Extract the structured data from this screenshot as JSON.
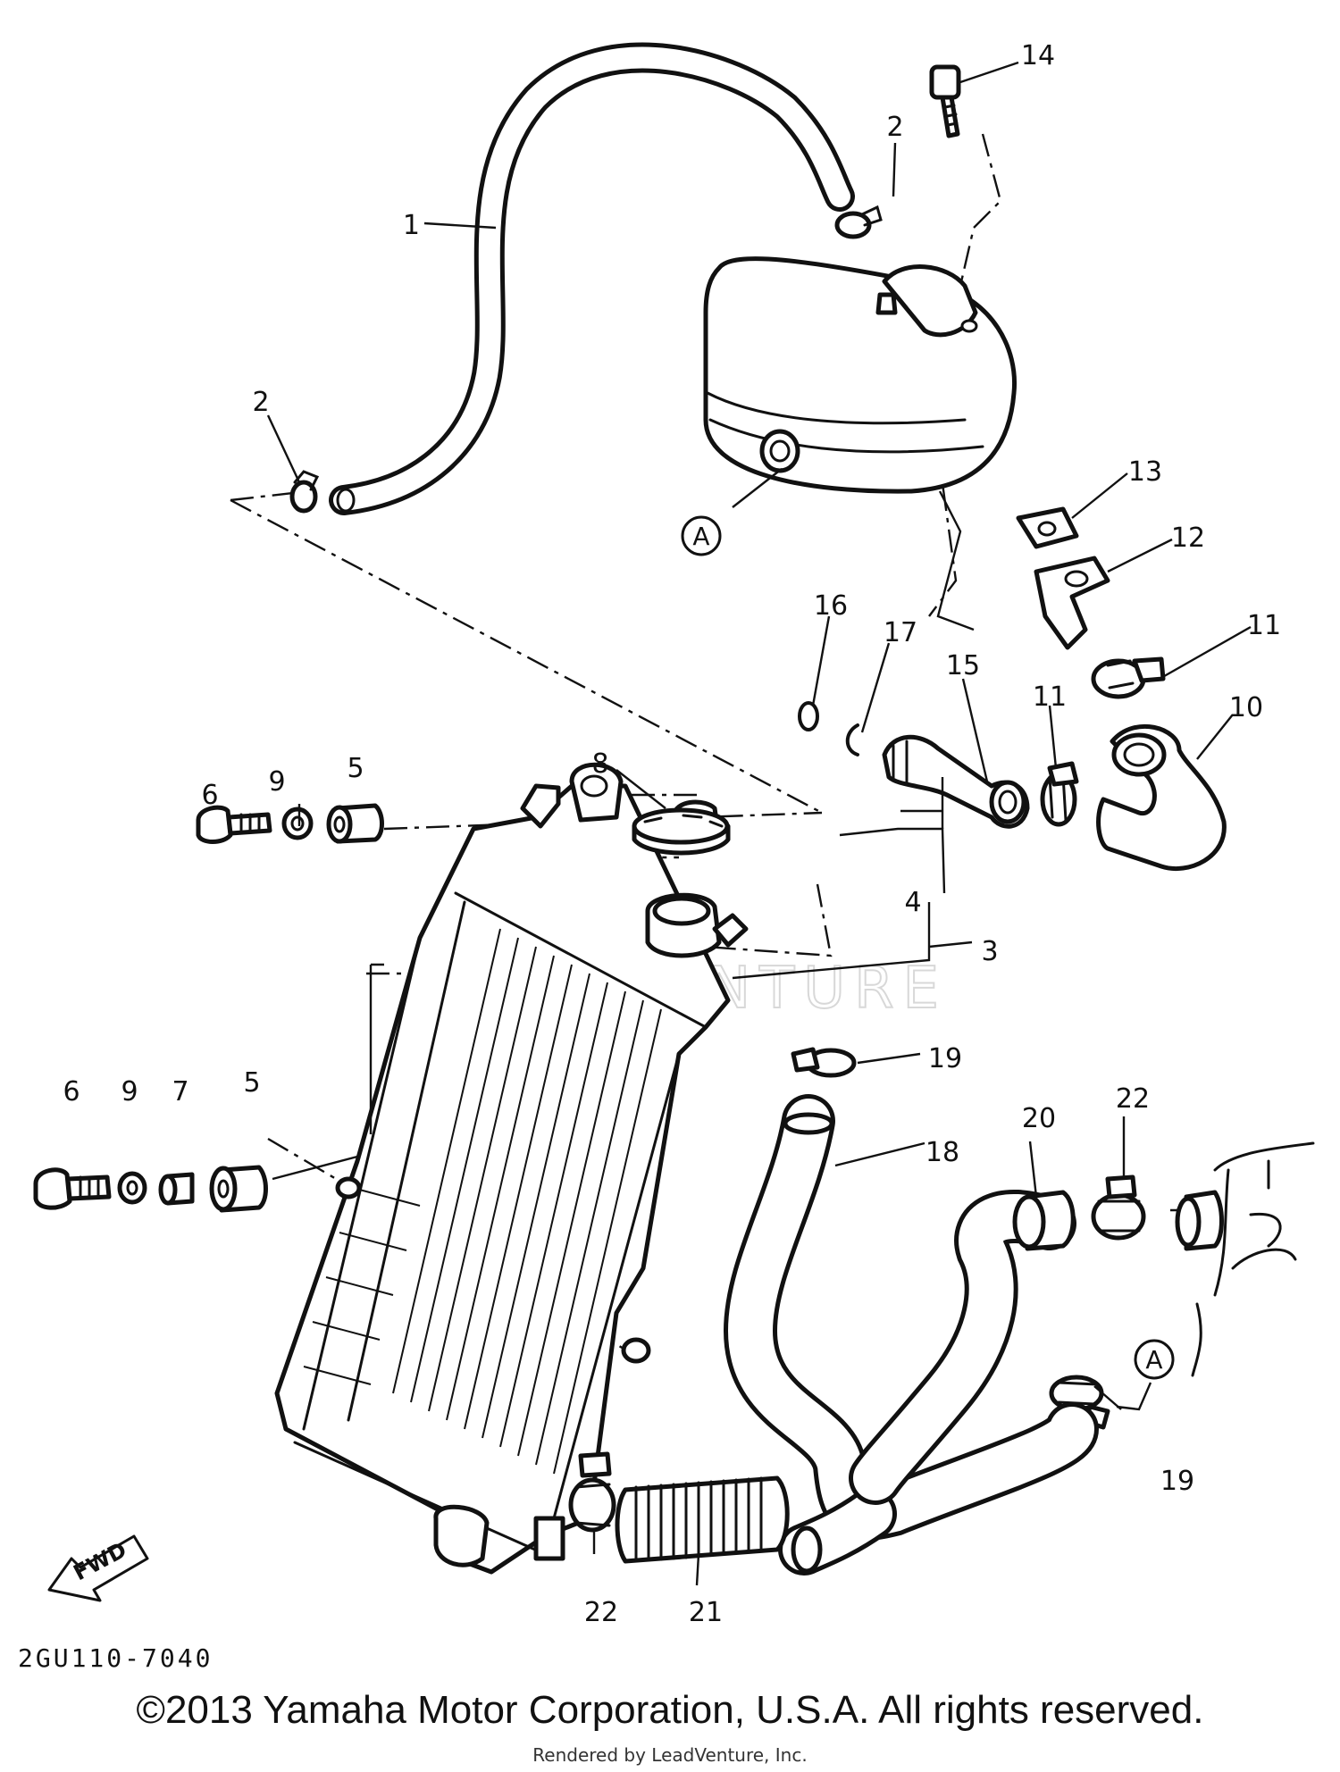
{
  "diagram": {
    "callouts": {
      "c1": "1",
      "c2a": "2",
      "c2b": "2",
      "c3": "3",
      "c4": "4",
      "c5a": "5",
      "c5b": "5",
      "c6a": "6",
      "c6b": "6",
      "c7": "7",
      "c8": "8",
      "c9a": "9",
      "c9b": "9",
      "c10": "10",
      "c11a": "11",
      "c11b": "11",
      "c12": "12",
      "c13": "13",
      "c14": "14",
      "c15": "15",
      "c16": "16",
      "c17": "17",
      "c18": "18",
      "c19a": "19",
      "c19b": "19",
      "c20": "20",
      "c21": "21",
      "c22a": "22",
      "c22b": "22"
    },
    "reference_mark_a1": "A",
    "reference_mark_a2": "A",
    "fwd_label": "FWD",
    "watermark": "LEADVENTURE",
    "diagram_code": "2GU110-7040"
  },
  "footer": {
    "copyright": "©2013 Yamaha Motor Corporation, U.S.A. All rights reserved.",
    "rendered_by": "Rendered by LeadVenture, Inc."
  }
}
